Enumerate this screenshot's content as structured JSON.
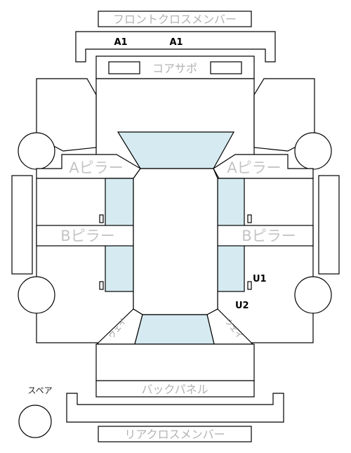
{
  "labels": {
    "front_cross_member": "フロントクロスメンバー",
    "core_support": "コアサポ",
    "a_pillar_left": "Aピラー",
    "a_pillar_right": "Aピラー",
    "b_pillar_left": "Bピラー",
    "b_pillar_right": "Bピラー",
    "back_panel": "バックパネル",
    "rear_cross_member": "リアクロスメンバー",
    "spare": "スペア",
    "rear_left_corner": "ウェイ",
    "rear_right_corner": "ウェイ"
  },
  "markers": {
    "a1_left": "A1",
    "a1_right": "A1",
    "u1": "U1",
    "u2": "U2"
  },
  "colors": {
    "glass": "#d5eaf1",
    "outline": "#000000",
    "label_gray": "#b3b3b3"
  }
}
